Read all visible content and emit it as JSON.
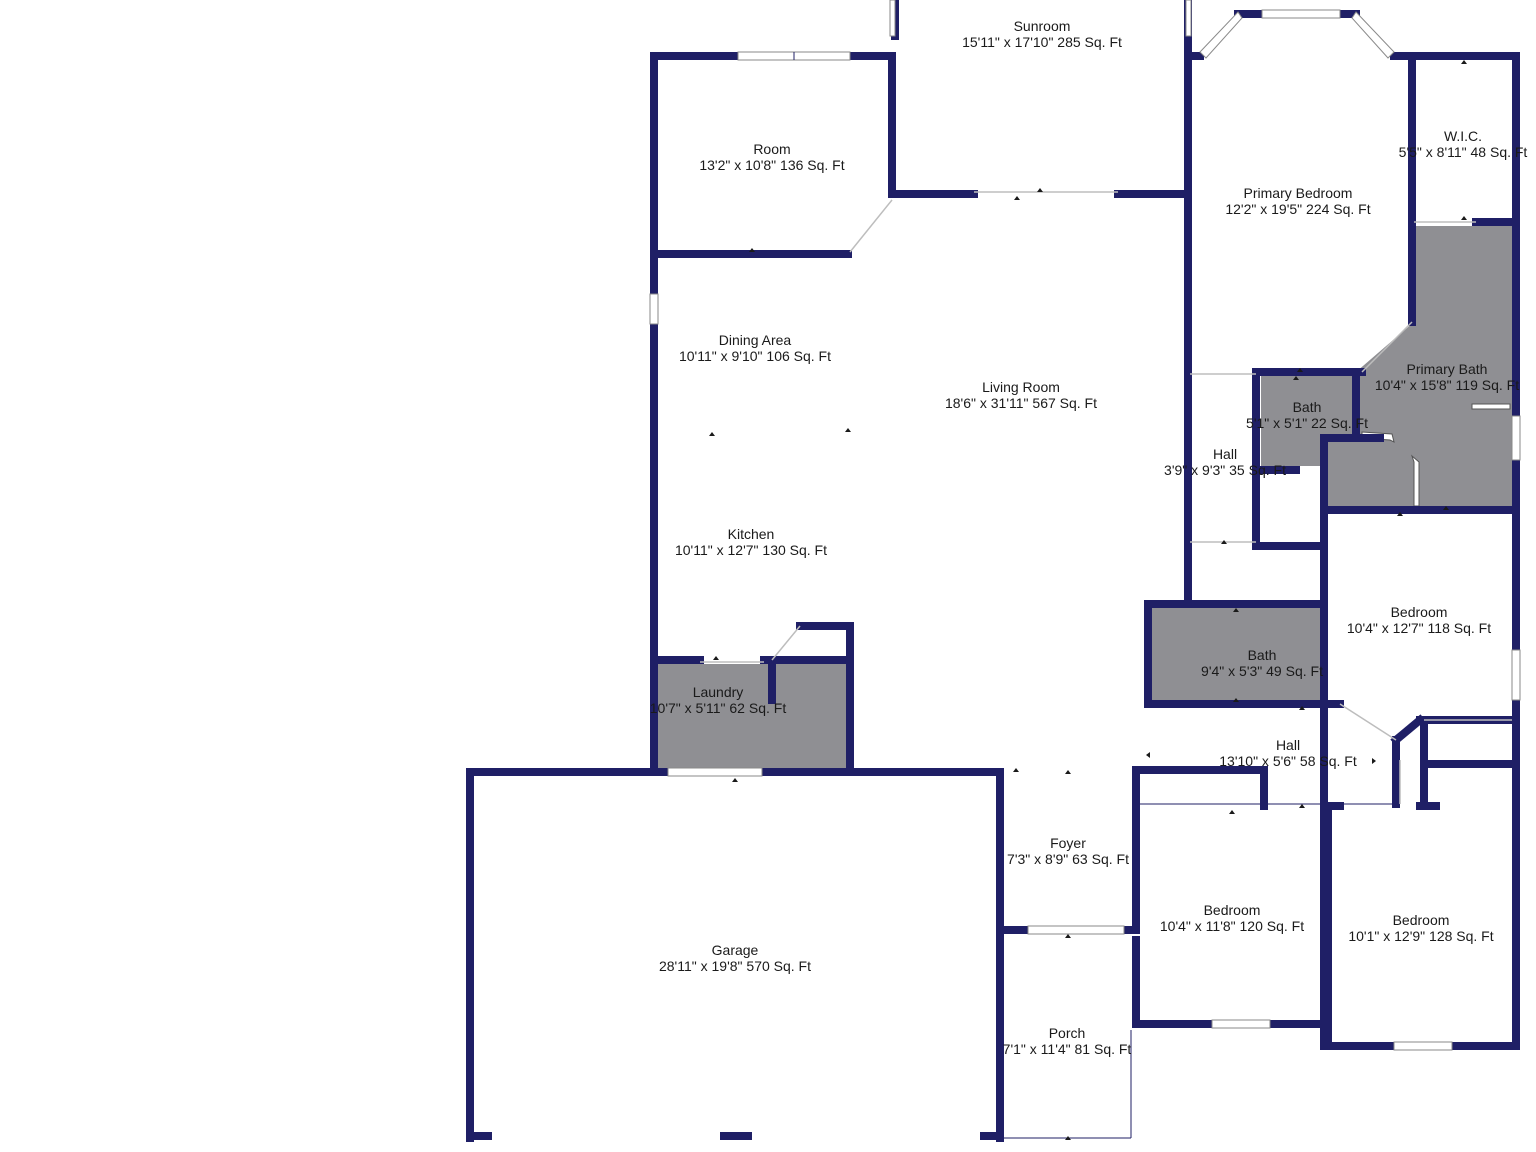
{
  "rooms": {
    "sunroom": {
      "name": "Sunroom",
      "dims": "15'11\" x 17'10\" 285 Sq. Ft"
    },
    "room": {
      "name": "Room",
      "dims": "13'2\" x 10'8\" 136 Sq. Ft"
    },
    "dining": {
      "name": "Dining Area",
      "dims": "10'11\" x 9'10\" 106 Sq. Ft"
    },
    "living": {
      "name": "Living Room",
      "dims": "18'6\" x 31'11\" 567 Sq. Ft"
    },
    "kitchen": {
      "name": "Kitchen",
      "dims": "10'11\" x 12'7\" 130 Sq. Ft"
    },
    "laundry": {
      "name": "Laundry",
      "dims": "10'7\" x 5'11\" 62 Sq. Ft"
    },
    "garage": {
      "name": "Garage",
      "dims": "28'11\" x 19'8\" 570 Sq. Ft"
    },
    "foyer": {
      "name": "Foyer",
      "dims": "7'3\" x 8'9\" 63 Sq. Ft"
    },
    "porch": {
      "name": "Porch",
      "dims": "7'1\" x 11'4\" 81 Sq. Ft"
    },
    "primary_bedroom": {
      "name": "Primary Bedroom",
      "dims": "12'2\" x 19'5\" 224 Sq. Ft"
    },
    "wic": {
      "name": "W.I.C.",
      "dims": "5'5\" x 8'11\" 48 Sq. Ft"
    },
    "primary_bath": {
      "name": "Primary Bath",
      "dims": "10'4\" x 15'8\" 119 Sq. Ft"
    },
    "bath_small": {
      "name": "Bath",
      "dims": "5'1\" x 5'1\" 22 Sq. Ft"
    },
    "hall_upper": {
      "name": "Hall",
      "dims": "3'9\" x 9'3\" 35 Sq. Ft"
    },
    "bath_mid": {
      "name": "Bath",
      "dims": "9'4\" x 5'3\" 49 Sq. Ft"
    },
    "bedroom_east": {
      "name": "Bedroom",
      "dims": "10'4\" x 12'7\" 118 Sq. Ft"
    },
    "hall_lower": {
      "name": "Hall",
      "dims": "13'10\" x 5'6\" 58 Sq. Ft"
    },
    "bedroom_sw": {
      "name": "Bedroom",
      "dims": "10'4\" x 11'8\" 120 Sq. Ft"
    },
    "bedroom_se": {
      "name": "Bedroom",
      "dims": "10'1\" x 12'9\" 128 Sq. Ft"
    }
  },
  "colors": {
    "wall": "#1f1f66",
    "wet_room_fill": "#8f8f93",
    "background": "#ffffff"
  }
}
